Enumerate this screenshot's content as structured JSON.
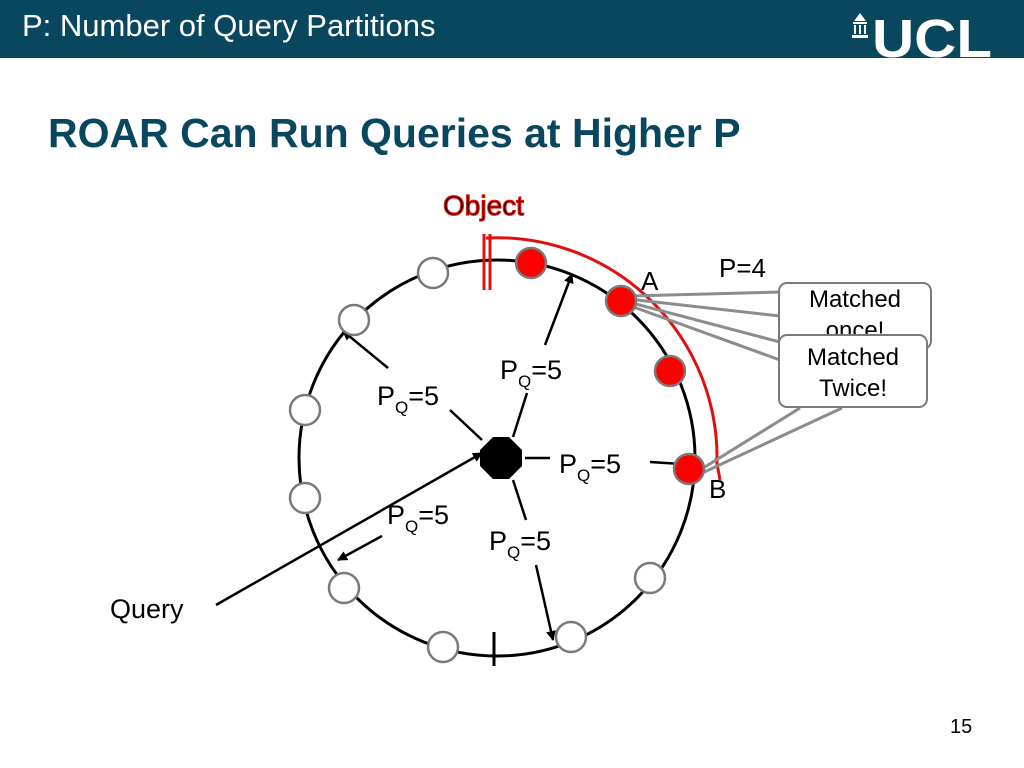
{
  "header": {
    "title": "P: Number of Query Partitions",
    "logo_text": "UCL"
  },
  "slide": {
    "title": "ROAR Can Run Queries at Higher P",
    "page_number": "15"
  },
  "diagram": {
    "object_label": "Object",
    "p_label": "P=4",
    "point_a_label": "A",
    "point_b_label": "B",
    "query_label": "Query",
    "partition_labels": [
      {
        "base": "P",
        "sub": "Q",
        "tail": "=5"
      },
      {
        "base": "P",
        "sub": "Q",
        "tail": "=5"
      },
      {
        "base": "P",
        "sub": "Q",
        "tail": "=5"
      },
      {
        "base": "P",
        "sub": "Q",
        "tail": "=5"
      },
      {
        "base": "P",
        "sub": "Q",
        "tail": "=5"
      }
    ],
    "callouts": [
      {
        "line1": "Matched",
        "line2": "once!"
      },
      {
        "line1": "Matched",
        "line2": "Twice!"
      }
    ]
  },
  "colors": {
    "header_bg": "#08475e",
    "title_text": "#08475e",
    "object_red": "#e01010",
    "node_red": "#ff0000",
    "callout_border": "#7a7a7a"
  }
}
